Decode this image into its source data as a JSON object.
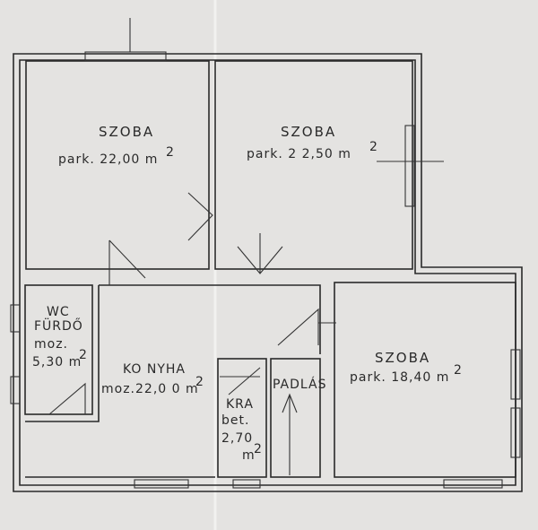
{
  "rooms": [
    {
      "name": "SZOBA",
      "area": "park. 22,00 m",
      "sup": "2"
    },
    {
      "name": "SZOBA",
      "area": "park. 2 2,50 m",
      "sup": "2"
    },
    {
      "name_line1": "WC",
      "name_line2": "FÜRDŐ",
      "area_line1": "moz.",
      "area_line2": "5,30 m",
      "sup": "2"
    },
    {
      "name": "KO NYHA",
      "area": "moz.22,0 0 m",
      "sup": "2"
    },
    {
      "name": "KRA",
      "area_line1": "bet.",
      "area_line2": "2,70",
      "area_line3": "m",
      "sup": "2"
    },
    {
      "name": "PADLÁS"
    },
    {
      "name": "SZOBA",
      "area": "park. 18,40 m",
      "sup": "2"
    }
  ]
}
